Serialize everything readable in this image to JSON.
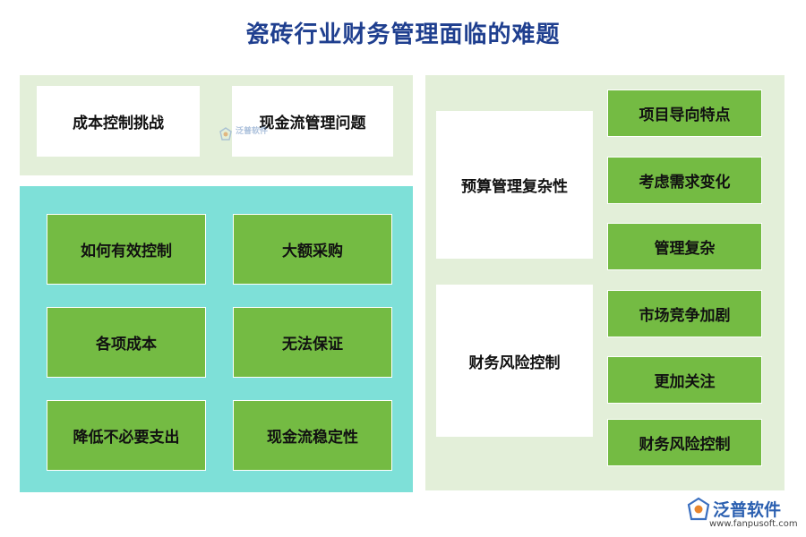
{
  "title": "瓷砖行业财务管理面临的难题",
  "top_panel": {
    "items": [
      "成本控制挑战",
      "现金流管理问题"
    ]
  },
  "teal_panel": {
    "items": [
      "如何有效控制",
      "大额采购",
      "各项成本",
      "无法保证",
      "降低不必要支出",
      "现金流稳定性"
    ]
  },
  "right_panel": {
    "groups": [
      {
        "label": "预算管理复杂性",
        "items": [
          "项目导向特点",
          "考虑需求变化",
          "管理复杂"
        ]
      },
      {
        "label": "财务风险控制",
        "items": [
          "市场竞争加剧",
          "更加关注",
          "财务风险控制"
        ]
      }
    ]
  },
  "watermark": {
    "small_text": "泛普软件"
  },
  "logo": {
    "name": "泛普软件",
    "url": "www.fanpusoft.com"
  },
  "colors": {
    "title": "#1f3f8f",
    "panel_light": "#e3efd9",
    "panel_teal": "#7ee0d8",
    "box_green": "#74bb43",
    "box_white": "#ffffff"
  }
}
